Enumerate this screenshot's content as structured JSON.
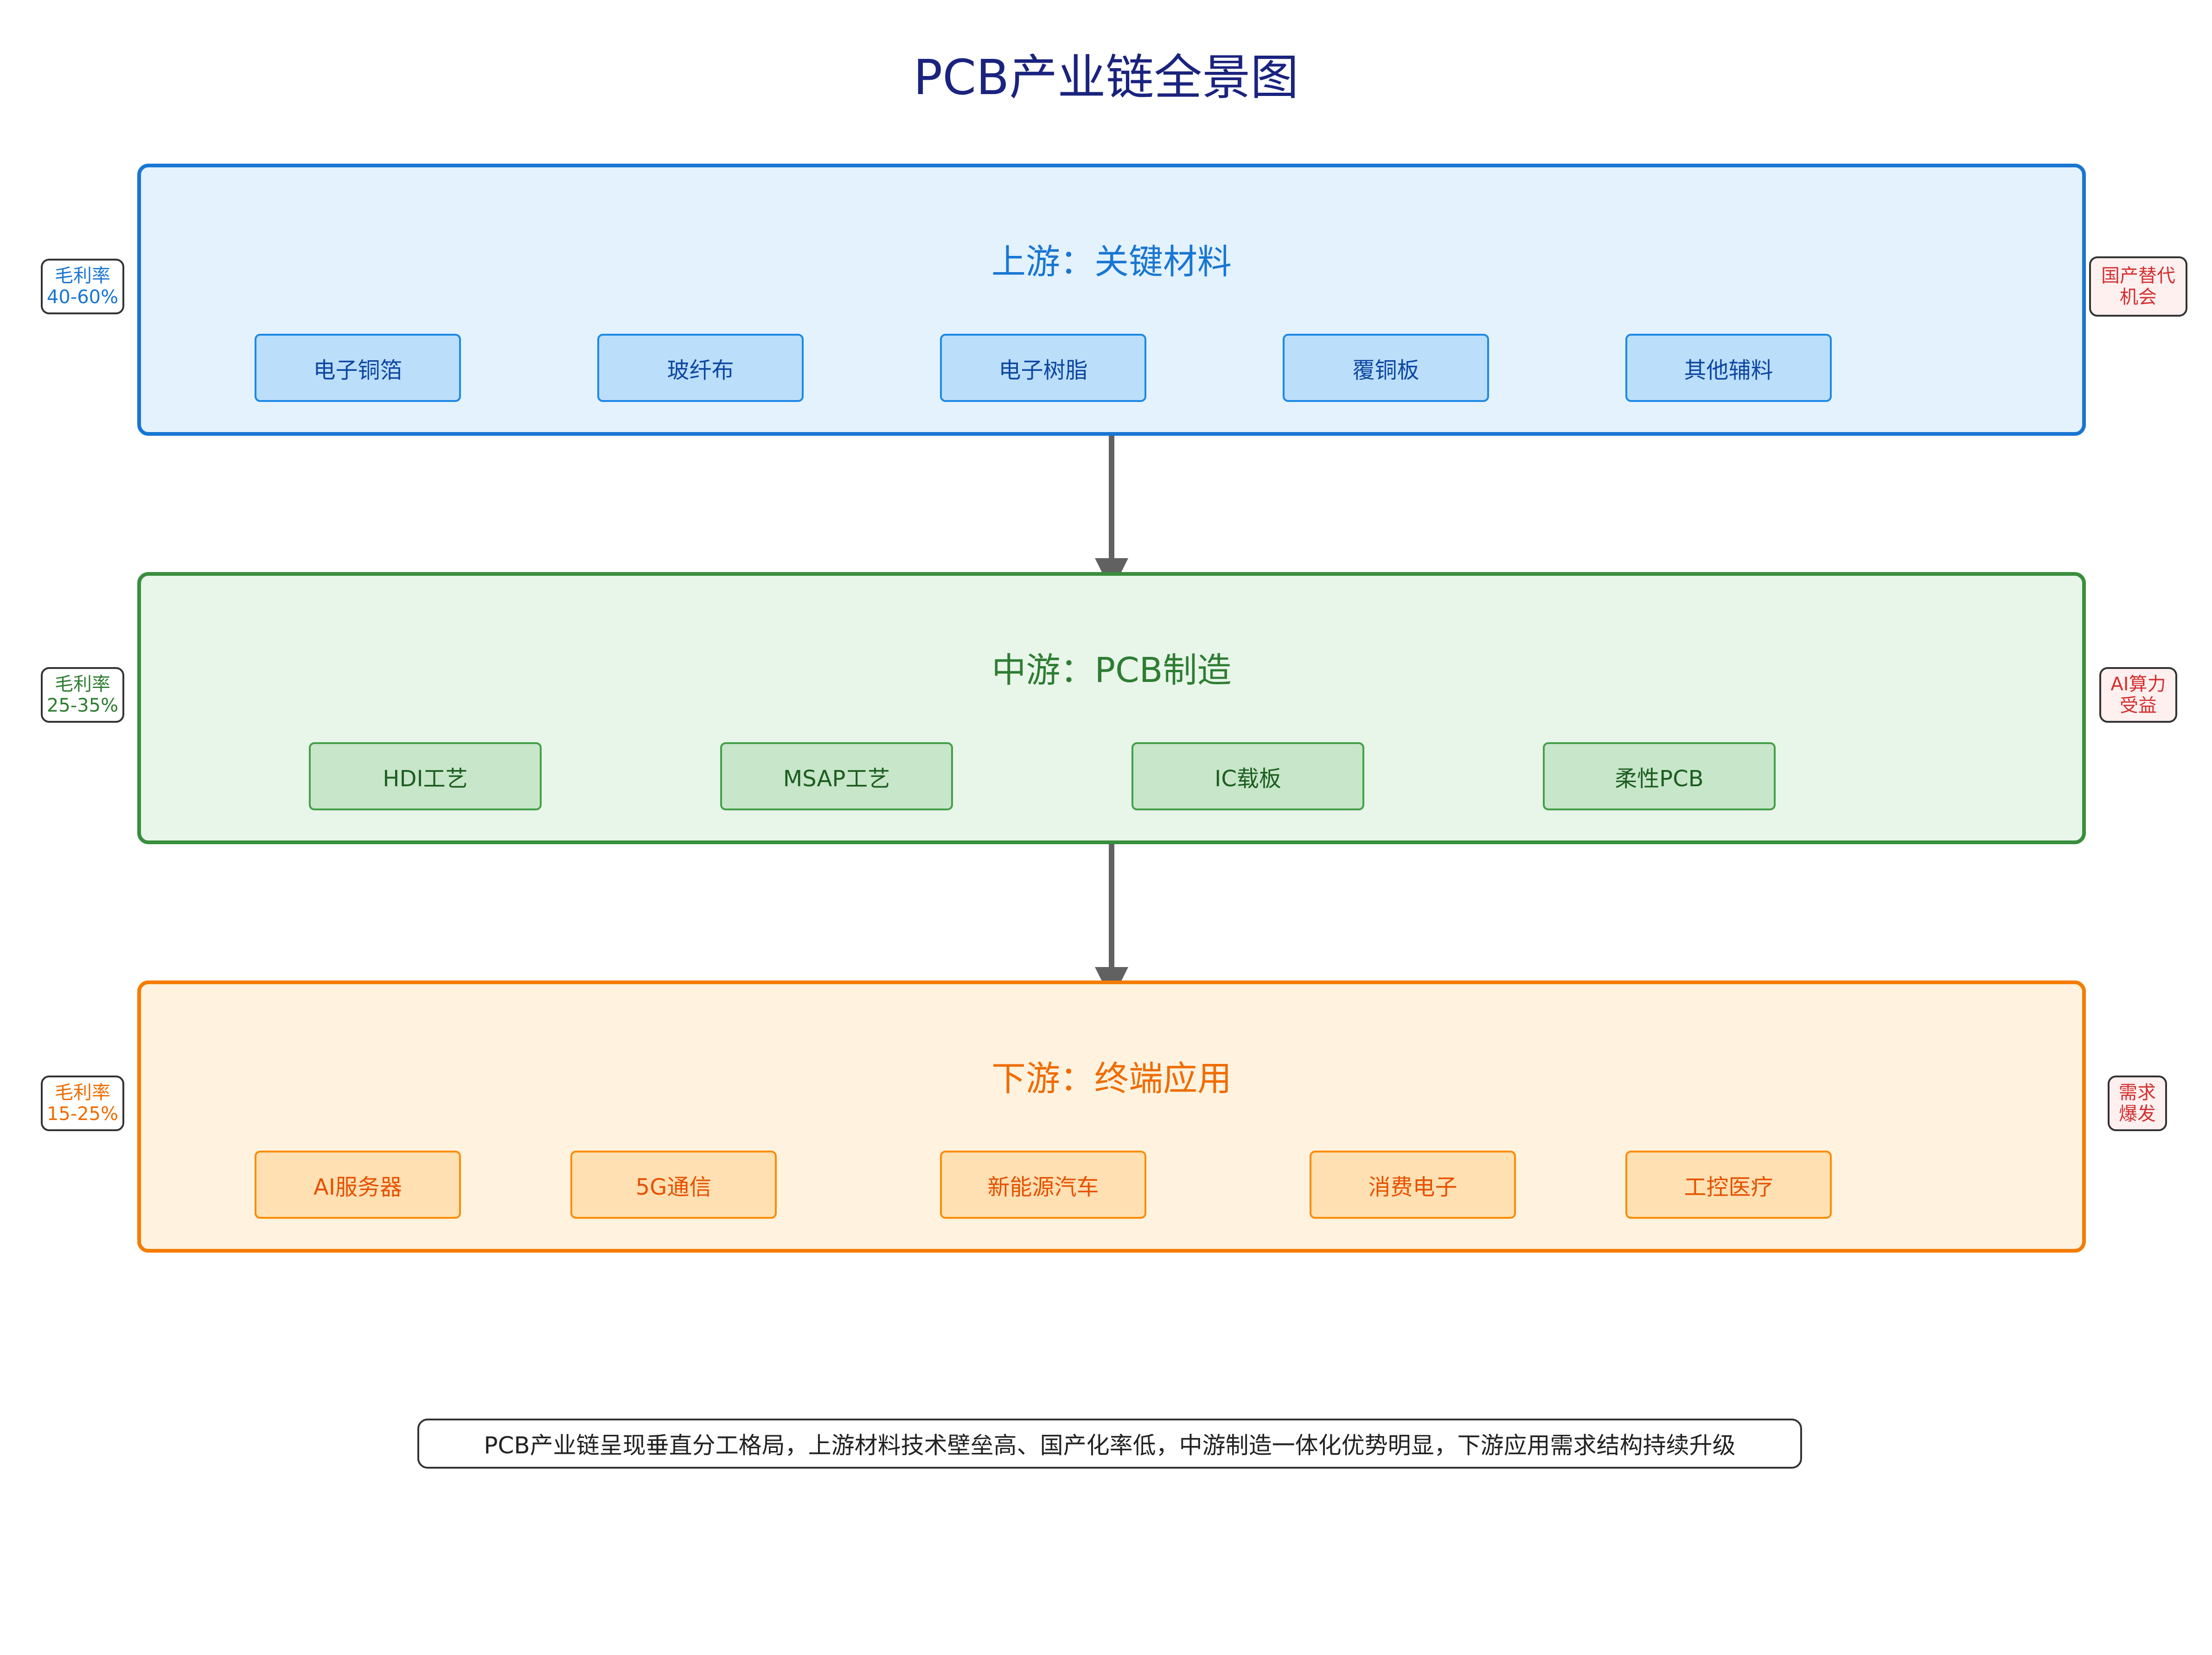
{
  "title": "PCB产业链全景图",
  "tiers": [
    {
      "title": "上游：关键材料",
      "items": [
        "电子铜箔",
        "玻纤布",
        "电子树脂",
        "覆铜板",
        "其他辅料"
      ],
      "left_note": [
        "毛利率",
        "40-60%"
      ],
      "right_note": [
        "国产替代",
        "机会"
      ]
    },
    {
      "title": "中游：PCB制造",
      "items": [
        "HDI工艺",
        "MSAP工艺",
        "IC载板",
        "柔性PCB"
      ],
      "left_note": [
        "毛利率",
        "25-35%"
      ],
      "right_note": [
        "AI算力",
        "受益"
      ]
    },
    {
      "title": "下游：终端应用",
      "items": [
        "AI服务器",
        "5G通信",
        "新能源汽车",
        "消费电子",
        "工控医疗"
      ],
      "left_note": [
        "毛利率",
        "15-25%"
      ],
      "right_note": [
        "需求",
        "爆发"
      ]
    }
  ],
  "footnote": "PCB产业链呈现垂直分工格局，上游材料技术壁垒高、国产化率低，中游制造一体化优势明显，下游应用需求结构持续升级",
  "colors": {
    "upstream": "#1976d2",
    "midstream": "#388e3c",
    "downstream": "#f57c00",
    "arrow": "#616161",
    "highlight_red": "#d32f2f"
  }
}
